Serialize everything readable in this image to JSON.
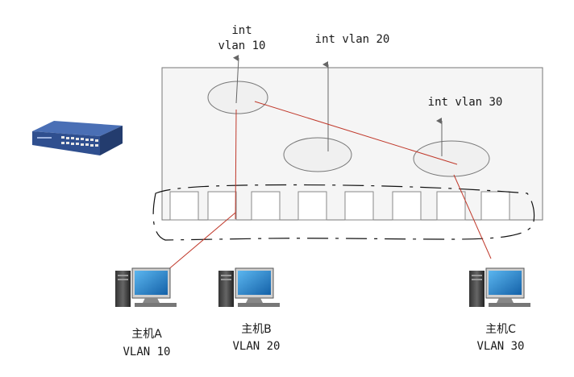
{
  "labels": {
    "int_vlan_10_line1": "int",
    "int_vlan_10_line2": "vlan 10",
    "int_vlan_20": "int vlan 20",
    "int_vlan_30": "int vlan 30"
  },
  "hosts": [
    {
      "name": "主机A",
      "vlan": "VLAN 10"
    },
    {
      "name": "主机B",
      "vlan": "VLAN 20"
    },
    {
      "name": "主机C",
      "vlan": "VLAN 30"
    }
  ],
  "colors": {
    "switch_body": "#f5f5f5",
    "border": "#777777",
    "link": "#c0392b",
    "switch_icon": "#2f4f8f",
    "monitor": "#1f7fc4"
  },
  "icons": [
    "network-switch-icon",
    "desktop-computer-icon"
  ]
}
